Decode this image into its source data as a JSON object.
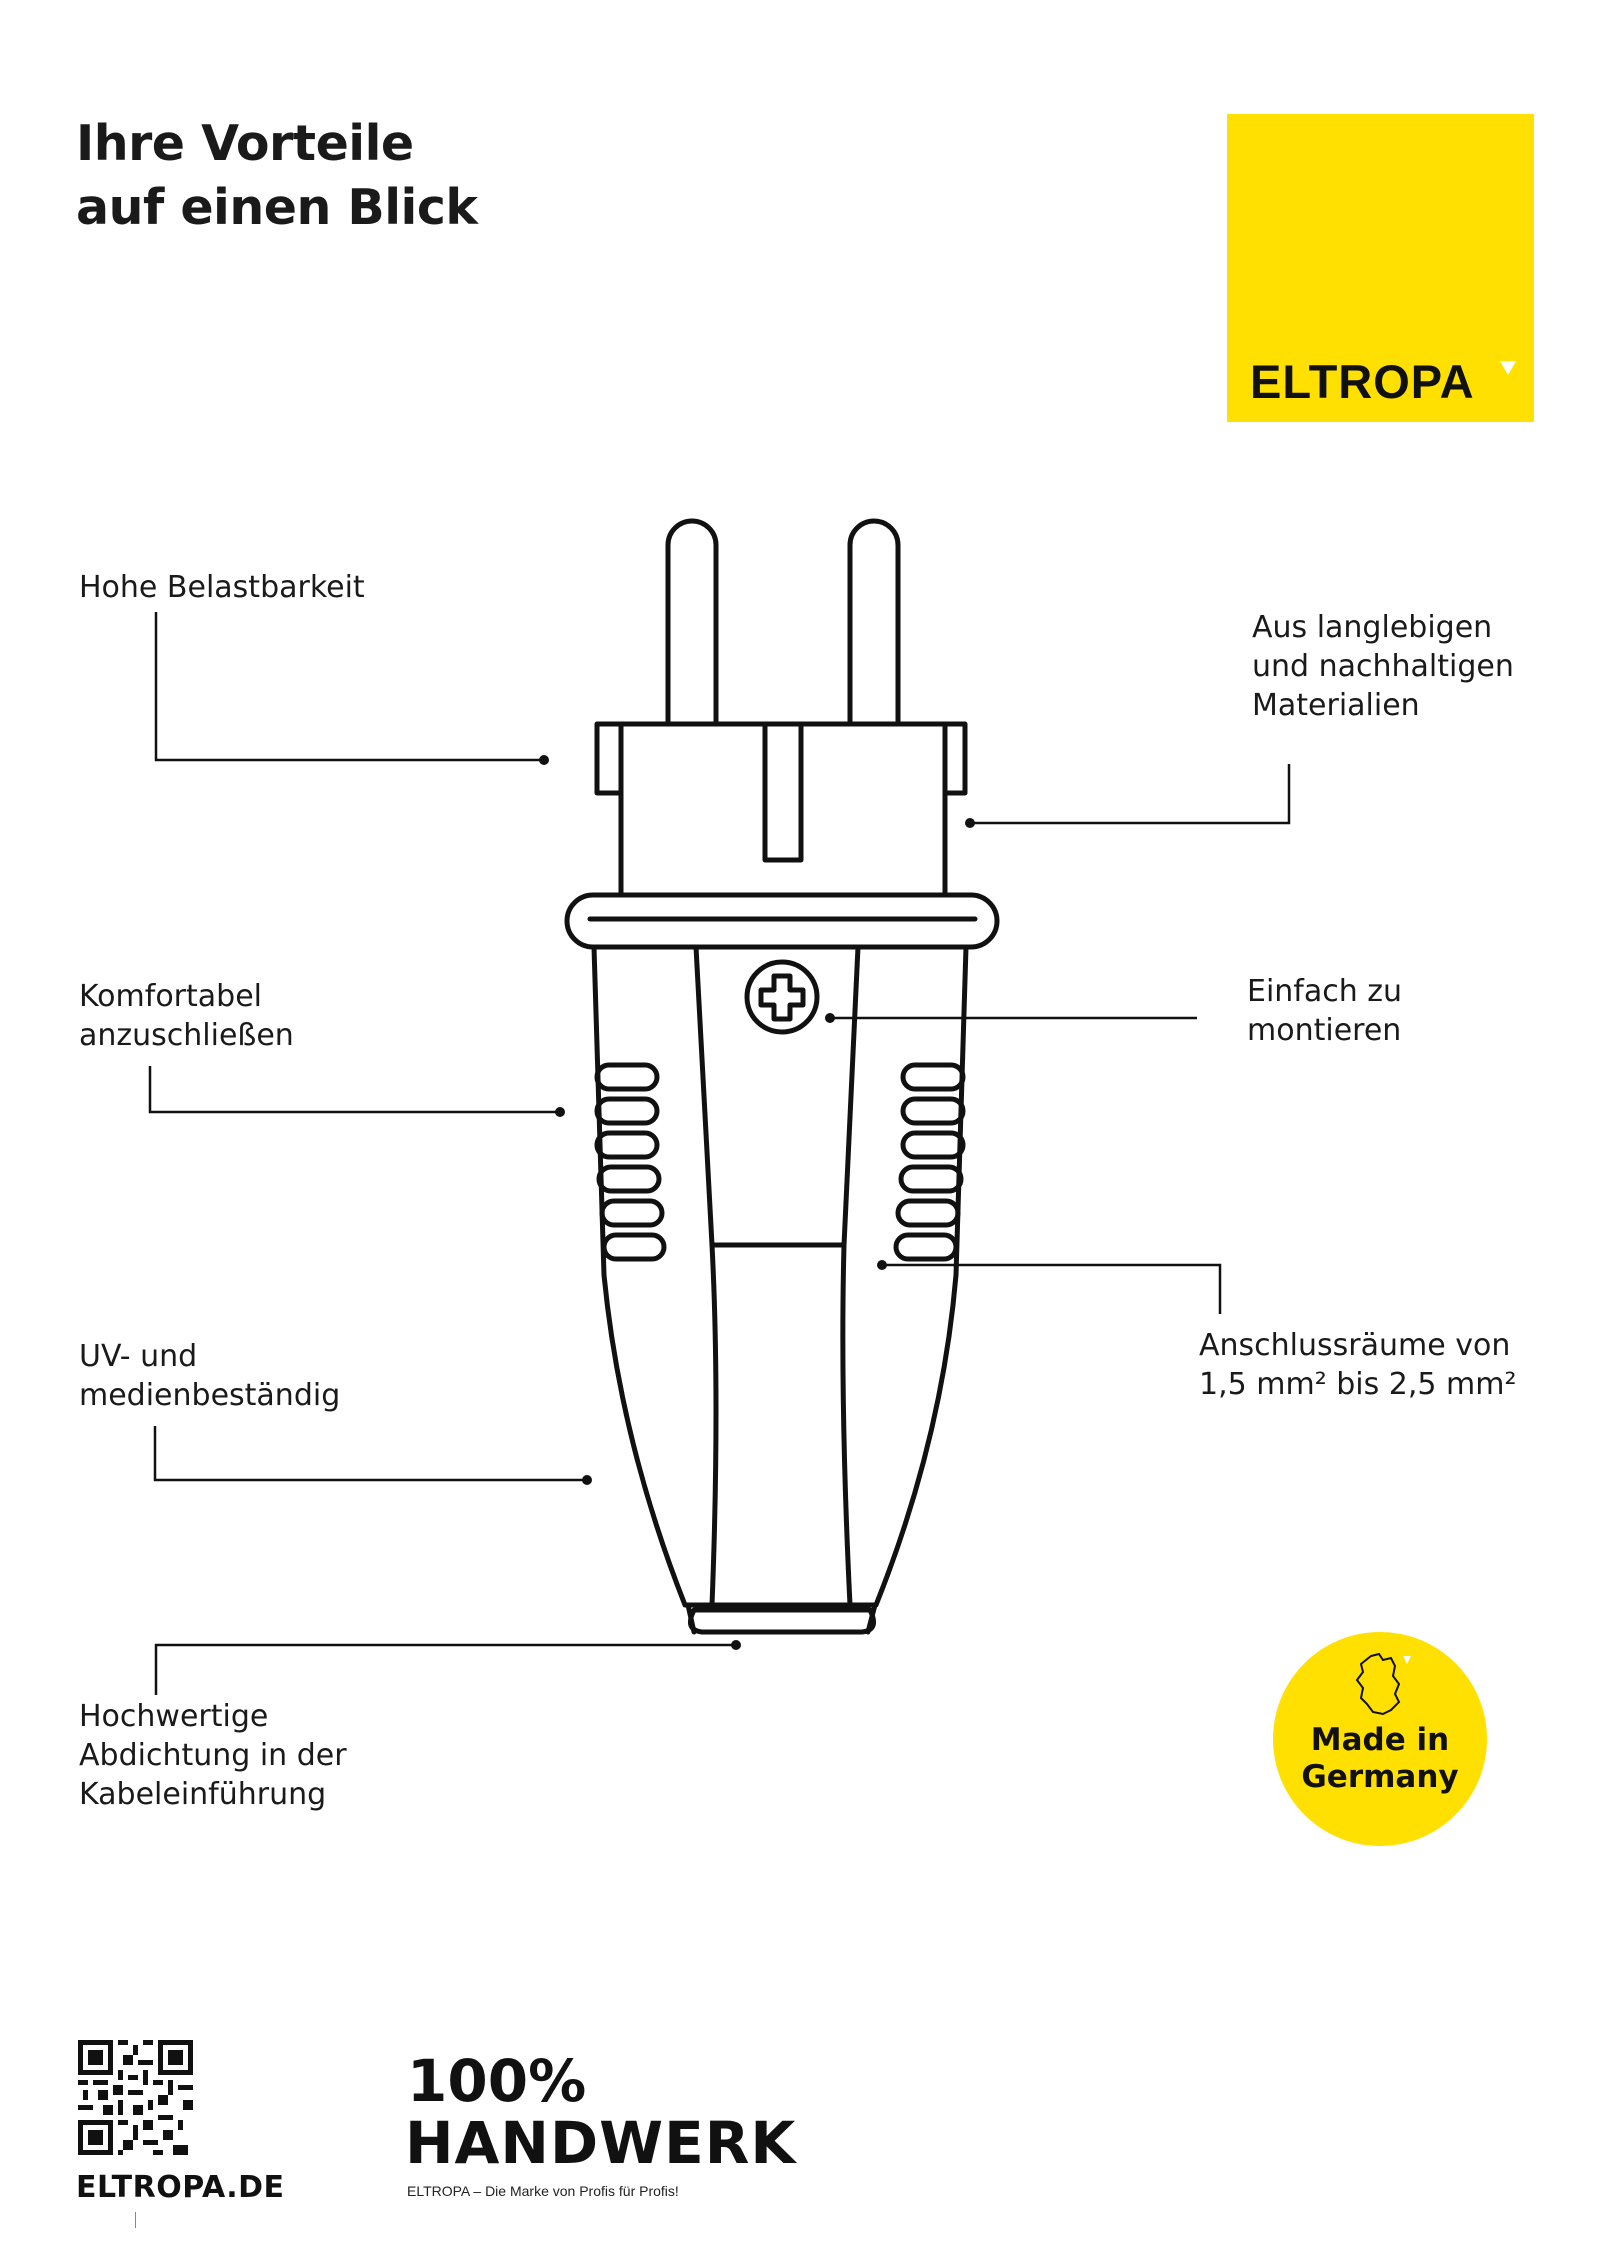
{
  "header": {
    "headline_line1": "Ihre Vorteile",
    "headline_line2": "auf einen Blick"
  },
  "brand": {
    "logo_text": "ELTROPA",
    "accent_color": "#ffe000"
  },
  "features": {
    "left": [
      {
        "lines": [
          "Hohe Belastbarkeit"
        ]
      },
      {
        "lines": [
          "Komfortabel",
          "anzuschließen"
        ]
      },
      {
        "lines": [
          "UV- und",
          "medienbeständig"
        ]
      },
      {
        "lines": [
          "Hochwertige",
          "Abdichtung in der",
          "Kabeleinführung"
        ]
      }
    ],
    "right": [
      {
        "lines": [
          "Aus langlebigen",
          "und nachhaltigen",
          "Materialien"
        ]
      },
      {
        "lines": [
          "Einfach zu",
          "montieren"
        ]
      },
      {
        "lines": [
          "Anschlussräume von",
          "1,5 mm² bis 2,5 mm²"
        ]
      }
    ]
  },
  "illustration": {
    "subject_icon": "schuko-plug-line-drawing"
  },
  "badge": {
    "line1": "Made in",
    "line2": "Germany",
    "icon": "germany-map-icon"
  },
  "footer": {
    "qr_icon": "qr-code-icon",
    "website": "ELTROPA.DE",
    "claim_line1": "100%",
    "claim_line2": "HANDWERK",
    "tagline": "ELTROPA – Die Marke von Profis für Profis!"
  }
}
